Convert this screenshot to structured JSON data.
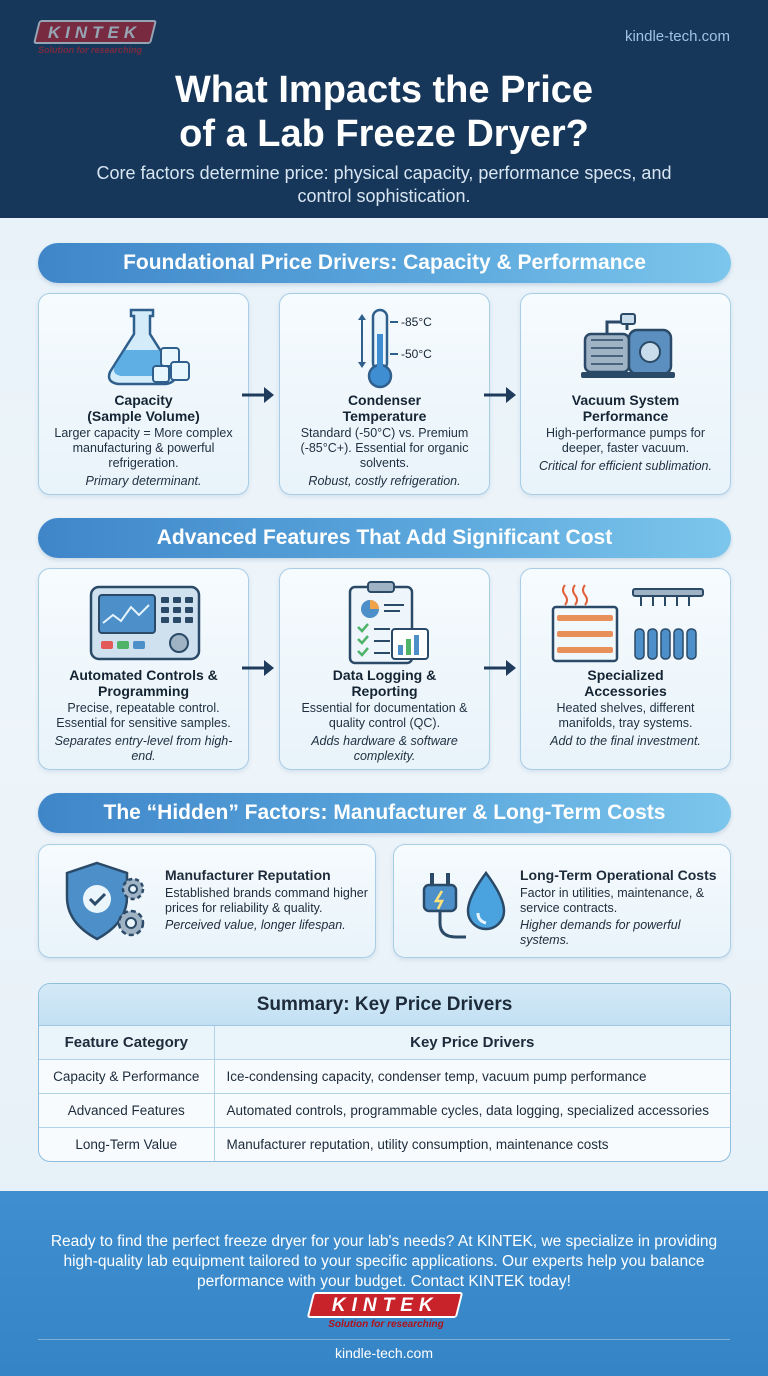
{
  "header": {
    "logo_text": "KINTEK",
    "logo_tagline": "Solution for researching",
    "site": "kindle-tech.com",
    "title_line1": "What Impacts the Price",
    "title_line2": "of a Lab Freeze Dryer?",
    "subtitle": "Core factors determine price: physical capacity, performance specs, and control sophistication."
  },
  "section1": {
    "banner": "Foundational Price Drivers: Capacity & Performance",
    "cards": [
      {
        "title_line1": "Capacity",
        "title_line2": "(Sample Volume)",
        "desc": "Larger capacity = More complex manufacturing & powerful refrigeration.",
        "note": "Primary determinant.",
        "icon": "flask-ice-icon"
      },
      {
        "title_line1": "Condenser",
        "title_line2": "Temperature",
        "desc": "Standard (-50°C) vs. Premium (-85°C+). Essential for organic solvents.",
        "note": "Robust, costly refrigeration.",
        "icon": "thermometer-icon",
        "temp_high": "-85°C",
        "temp_low": "-50°C"
      },
      {
        "title_line1": "Vacuum System",
        "title_line2": "Performance",
        "desc": "High-performance pumps for deeper, faster vacuum.",
        "note": "Critical for efficient sublimation.",
        "icon": "vacuum-pump-icon"
      }
    ]
  },
  "section2": {
    "banner": "Advanced Features That Add Significant Cost",
    "cards": [
      {
        "title_line1": "Automated Controls &",
        "title_line2": "Programming",
        "desc": "Precise, repeatable control. Essential for sensitive samples.",
        "note": "Separates entry-level from high-end.",
        "icon": "control-panel-icon"
      },
      {
        "title_line1": "Data Logging &",
        "title_line2": "Reporting",
        "desc": "Essential for documentation & quality control (QC).",
        "note": "Adds hardware & software complexity.",
        "icon": "clipboard-report-icon"
      },
      {
        "title_line1": "Specialized",
        "title_line2": "Accessories",
        "desc": "Heated shelves, different manifolds, tray systems.",
        "note": "Add to the final investment.",
        "icon": "shelves-manifold-icon"
      }
    ]
  },
  "section3": {
    "banner": "The “Hidden” Factors: Manufacturer & Long-Term Costs",
    "cards": [
      {
        "title": "Manufacturer Reputation",
        "desc": "Established brands command higher prices for reliability & quality.",
        "note": "Perceived value, longer lifespan.",
        "icon": "shield-gears-icon"
      },
      {
        "title": "Long-Term Operational Costs",
        "desc": "Factor in utilities, maintenance, & service contracts.",
        "note": "Higher demands for powerful systems.",
        "icon": "plug-water-drop-icon"
      }
    ]
  },
  "summary": {
    "title": "Summary: Key Price Drivers",
    "headers": [
      "Feature Category",
      "Key Price Drivers"
    ],
    "rows": [
      [
        "Capacity & Performance",
        "Ice-condensing capacity, condenser temp, vacuum pump performance"
      ],
      [
        "Advanced Features",
        "Automated controls, programmable cycles, data logging, specialized accessories"
      ],
      [
        "Long-Term Value",
        "Manufacturer reputation, utility consumption, maintenance costs"
      ]
    ]
  },
  "footer": {
    "cta": "Ready to find the perfect freeze dryer for your lab's needs? At KINTEK, we specialize in providing high-quality lab equipment tailored to your specific applications. Our experts help you balance performance with your budget. Contact KINTEK today!",
    "logo_text": "KINTEK",
    "logo_tagline": "Solution for researching",
    "site": "kindle-tech.com"
  },
  "colors": {
    "header_bg": "#17375a",
    "banner_start": "#3f86c9",
    "banner_end": "#7cc6ec",
    "card_border": "#a8cde6",
    "footer_bg": "#3584c6",
    "brand_red": "#c8232b"
  }
}
